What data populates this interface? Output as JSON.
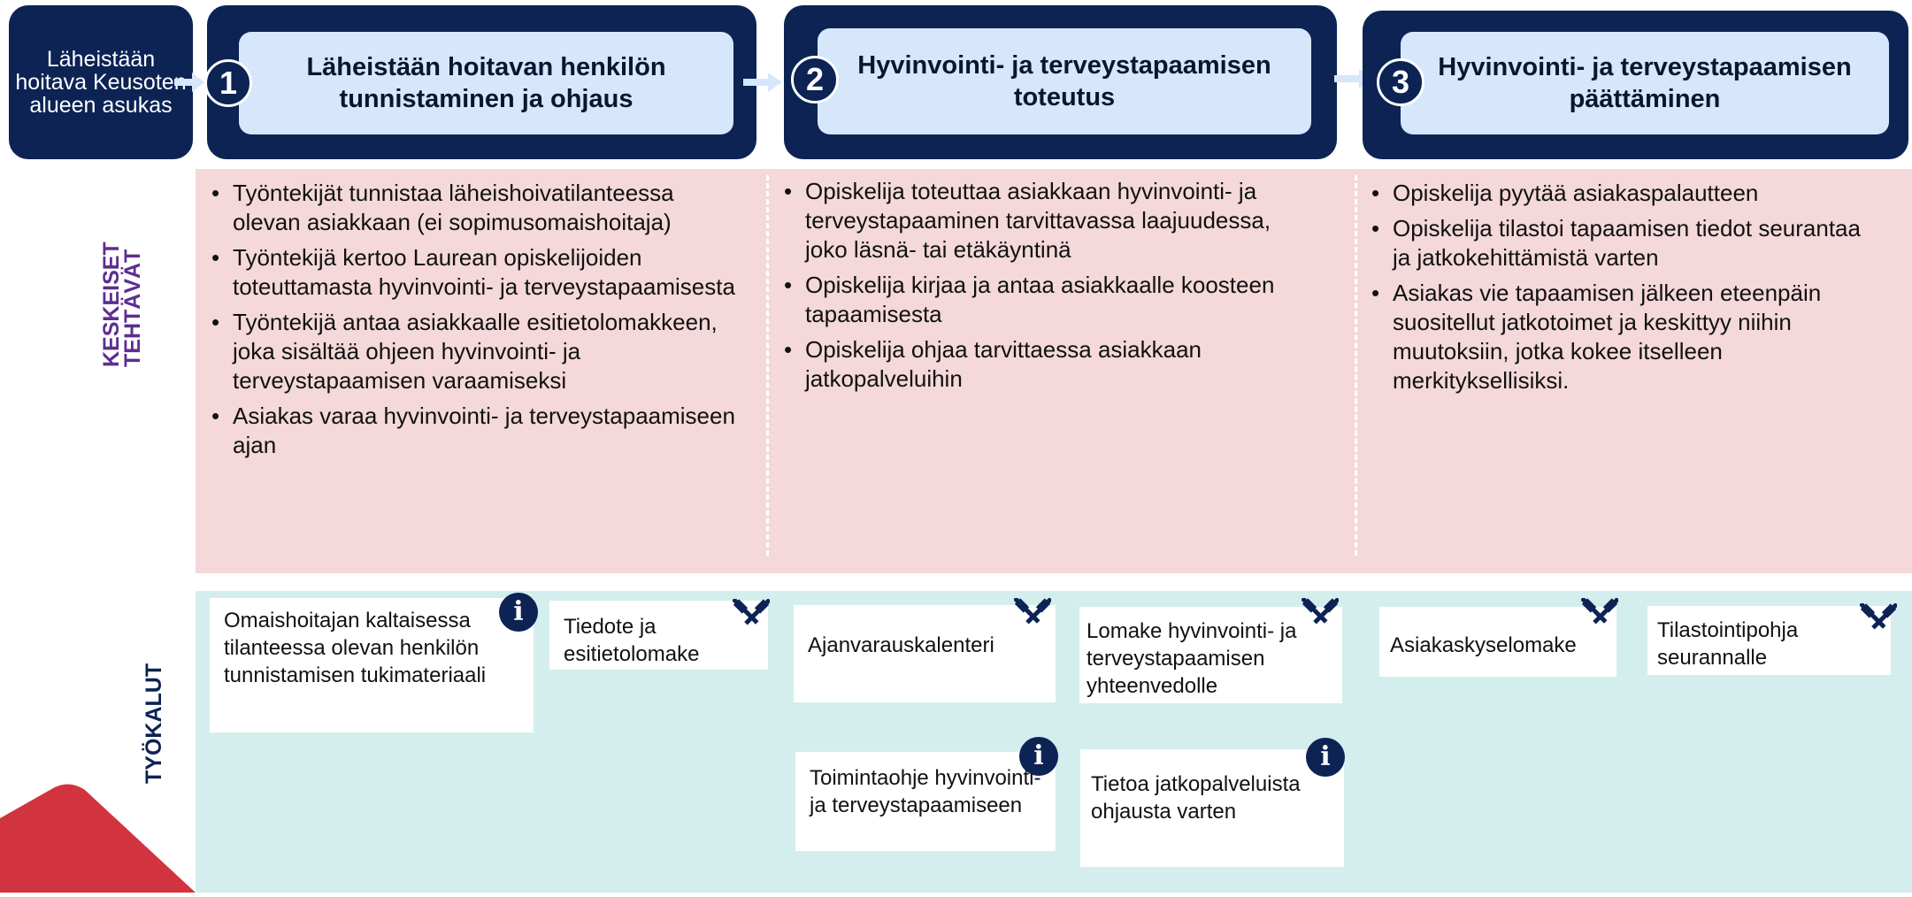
{
  "start": {
    "label": "Läheistään hoitava Keusoten alueen asukas"
  },
  "phases": [
    {
      "number": "1",
      "title": "Läheistään hoitavan henkilön tunnistaminen ja ohjaus"
    },
    {
      "number": "2",
      "title": "Hyvinvointi- ja terveystapaamisen toteutus"
    },
    {
      "number": "3",
      "title": "Hyvinvointi- ja terveystapaamisen päättäminen"
    }
  ],
  "tasks": {
    "label_line1": "KESKEISET",
    "label_line2": "TEHTÄVÄT",
    "columns": [
      {
        "items": [
          "Työntekijät tunnistaa läheishoivatilanteessa olevan asiakkaan (ei sopimusomaishoitaja)",
          "Työntekijä kertoo Laurean opiskelijoiden toteuttamasta hyvinvointi- ja terveystapaamisesta",
          "Työntekijä antaa asiakkaalle esitietolomakkeen, joka sisältää ohjeen hyvinvointi- ja terveystapaamisen varaamiseksi",
          "Asiakas varaa hyvinvointi- ja terveystapaamiseen ajan"
        ]
      },
      {
        "items": [
          "Opiskelija toteuttaa asiakkaan hyvinvointi- ja terveystapaaminen tarvittavassa laajuudessa, joko läsnä- tai etäkäyntinä",
          "Opiskelija kirjaa ja antaa asiakkaalle koosteen tapaamisesta",
          "Opiskelija ohjaa tarvittaessa asiakkaan jatkopalveluihin"
        ]
      },
      {
        "items": [
          "Opiskelija pyytää asiakaspalautteen",
          "Opiskelija tilastoi tapaamisen tiedot seurantaa ja jatkokehittämistä varten",
          "Asiakas vie tapaamisen jälkeen eteenpäin suositellut jatkotoimet ja keskittyy niihin muutoksiin, jotka kokee itselleen merkityksellisiksi."
        ]
      }
    ]
  },
  "tools": {
    "label": "TYÖKALUT",
    "items": [
      {
        "text": "Omaishoitajan kaltaisessa tilanteessa olevan henkilön tunnistamisen tukimateriaali",
        "icon": "info-icon"
      },
      {
        "text": "Tiedote ja esitietolomake",
        "icon": "hammers-icon"
      },
      {
        "text": "Ajanvarauskalenteri",
        "icon": "hammers-icon"
      },
      {
        "text": "Lomake hyvinvointi- ja terveystapaamisen yhteenvedolle",
        "icon": "hammers-icon"
      },
      {
        "text": "Asiakaskyselomake",
        "icon": "hammers-icon"
      },
      {
        "text": "Tilastointipohja seurannalle",
        "icon": "hammers-icon"
      },
      {
        "text": "Toimintaohje hyvinvointi- ja terveystapaamiseen",
        "icon": "info-icon"
      },
      {
        "text": "Tietoa jatkopalveluista ohjausta varten",
        "icon": "info-icon"
      }
    ]
  },
  "colors": {
    "navy": "#0c2354",
    "phase_inner": "#d6e6fb",
    "tasks_bg": "#f4d8da",
    "tools_bg": "#d4eeee",
    "tasks_label": "#5c2e91",
    "corner_red": "#d2343f",
    "arrow": "#d6e6fb"
  }
}
